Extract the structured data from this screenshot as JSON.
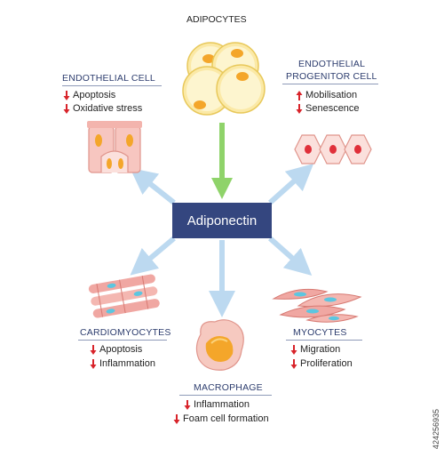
{
  "top_label": "ADIPOCYTES",
  "center_label": "Adiponectin",
  "endothelial": {
    "title": "ENDOTHELIAL  CELL",
    "effects": [
      {
        "direction": "down",
        "text": "Apoptosis"
      },
      {
        "direction": "down",
        "text": "Oxidative stress"
      }
    ]
  },
  "progenitor": {
    "title_line1": "ENDOTHELIAL",
    "title_line2": "PROGENITOR CELL",
    "effects": [
      {
        "direction": "up",
        "text": "Mobilisation"
      },
      {
        "direction": "down",
        "text": "Senescence"
      }
    ]
  },
  "cardiomyocytes": {
    "title": "CARDIOMYOCYTES",
    "effects": [
      {
        "direction": "down",
        "text": "Apoptosis"
      },
      {
        "direction": "down",
        "text": "Inflammation"
      }
    ]
  },
  "macrophage": {
    "title": "MACROPHAGE",
    "effects": [
      {
        "direction": "down",
        "text": "Inflammation"
      },
      {
        "direction": "down",
        "text": "Foam cell formation"
      }
    ]
  },
  "myocytes": {
    "title": "MYOCYTES",
    "effects": [
      {
        "direction": "down",
        "text": "Migration"
      },
      {
        "direction": "down",
        "text": "Proliferation"
      }
    ]
  },
  "watermark": "424256935",
  "colors": {
    "center_box": "#34467f",
    "title_text": "#2d3d6e",
    "effect_arrow": "#d8232a",
    "link_arrow": "#bcd9f0",
    "adipocyte_arrow": "#8fd36a"
  },
  "icons": [
    "adipocyte-cluster",
    "endothelial-cells",
    "progenitor-cells",
    "cardiomyocyte-fibers",
    "macrophage-cell",
    "smooth-muscle-cells"
  ]
}
